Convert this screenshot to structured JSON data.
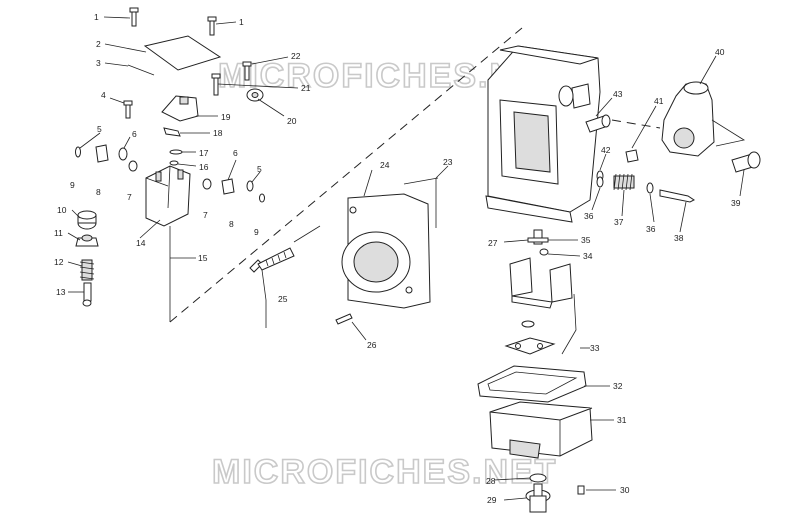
{
  "watermark": {
    "text": "MICROFICHES.NET"
  },
  "callouts": {
    "c1": "1",
    "c2": "2",
    "c3": "3",
    "c4": "4",
    "c5": "5",
    "c6": "6",
    "c7": "7",
    "c8": "8",
    "c9": "9",
    "c10": "10",
    "c11": "11",
    "c12": "12",
    "c13": "13",
    "c14": "14",
    "c15": "15",
    "c16": "16",
    "c17": "17",
    "c18": "18",
    "c19": "19",
    "c20": "20",
    "c21": "21",
    "c22": "22",
    "c23": "23",
    "c24": "24",
    "c25": "25",
    "c26": "26",
    "c27": "27",
    "c28": "28",
    "c29": "29",
    "c30": "30",
    "c31": "31",
    "c32": "32",
    "c33": "33",
    "c34": "34",
    "c35": "35",
    "c36": "36",
    "c37": "37",
    "c38": "38",
    "c39": "39",
    "c40": "40",
    "c41": "41",
    "c42": "42",
    "c43": "43"
  }
}
